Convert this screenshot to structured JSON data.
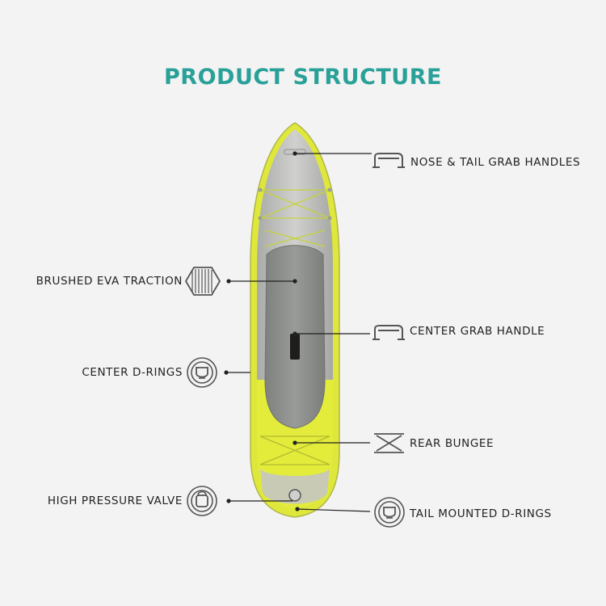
{
  "title": "PRODUCT STRUCTURE",
  "colors": {
    "title": "#2aa198",
    "board_yellow": "#e3ec3a",
    "board_grey": "#b7b9b6",
    "traction_pad": "#8d8f8c",
    "text": "#222222"
  },
  "labels": {
    "nose_tail_grab_handles": "NOSE & TAIL GRAB HANDLES",
    "brushed_eva_traction": "BRUSHED EVA TRACTION",
    "center_grab_handle": "CENTER GRAB HANDLE",
    "center_d_rings": "CENTER D-RINGS",
    "rear_bungee": "REAR BUNGEE",
    "high_pressure_valve": "HIGH PRESSURE VALVE",
    "tail_mounted_d_rings": "TAIL MOUNTED D-RINGS"
  },
  "icons": {
    "nose_tail_grab_handles": "handle-icon",
    "brushed_eva_traction": "traction-pad-icon",
    "center_grab_handle": "handle-icon",
    "center_d_rings": "d-ring-icon",
    "rear_bungee": "bungee-icon",
    "high_pressure_valve": "valve-icon",
    "tail_mounted_d_rings": "d-ring-icon"
  }
}
